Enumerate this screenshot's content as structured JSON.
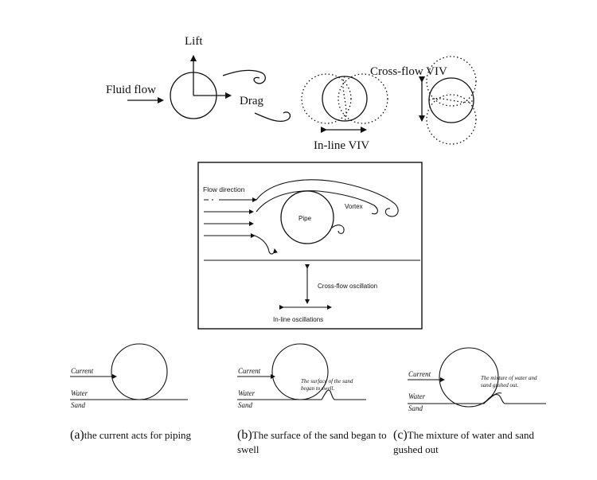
{
  "top_figure": {
    "lift": "Lift",
    "fluid_flow": "Fluid flow",
    "drag": "Drag",
    "cross_flow_viv": "Cross-flow VIV",
    "in_line_viv": "In-line VIV"
  },
  "middle_figure": {
    "flow_direction": "Flow direction",
    "vortex": "Vortex",
    "pipe": "Pipe",
    "cross_flow_oscillation": "Cross-flow oscillation",
    "in_line_oscillations": "In-line oscillations"
  },
  "bottom_panels": [
    {
      "current": "Current",
      "water": "Water",
      "sand": "Sand",
      "note": "",
      "caption_letter": "(a)",
      "caption_text": "the current acts for piping"
    },
    {
      "current": "Current",
      "water": "Water",
      "sand": "Sand",
      "note_line1": "The surface of the sand",
      "note_line2": "began to swell.",
      "caption_letter": "(b)",
      "caption_text": "The surface of the sand began to swell"
    },
    {
      "current": "Current",
      "water": "Water",
      "sand": "Sand",
      "note_line1": "The mixture of water and",
      "note_line2": "sand gushed out.",
      "caption_letter": "(c)",
      "caption_text": "The mixture of water and sand gushed out"
    }
  ]
}
